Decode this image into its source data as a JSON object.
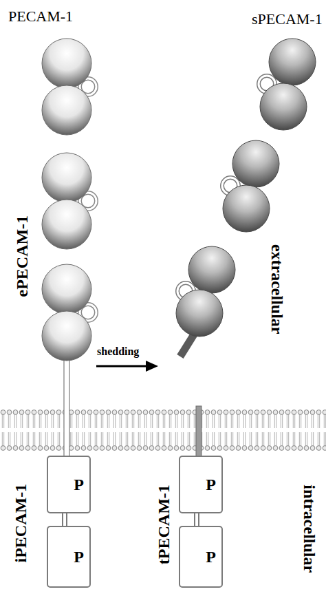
{
  "diagram": {
    "nodes": [
      {
        "text": [
          "P"
        ]
      },
      {
        "text": [
          "P"
        ]
      },
      {
        "text": [
          "P"
        ]
      },
      {
        "text": [
          "P"
        ]
      }
    ],
    "edges": [
      {
        "from": 0,
        "to": 1,
        "arrow": "none"
      },
      {
        "from": 2,
        "to": 3,
        "arrow": "none"
      }
    ],
    "labels": [
      "PECAM-1",
      "sPECAM-1",
      "ePECAM-1",
      "shedding",
      "extracellular",
      "iPECAM-1",
      "tPECAM-1",
      "intracellular"
    ]
  }
}
